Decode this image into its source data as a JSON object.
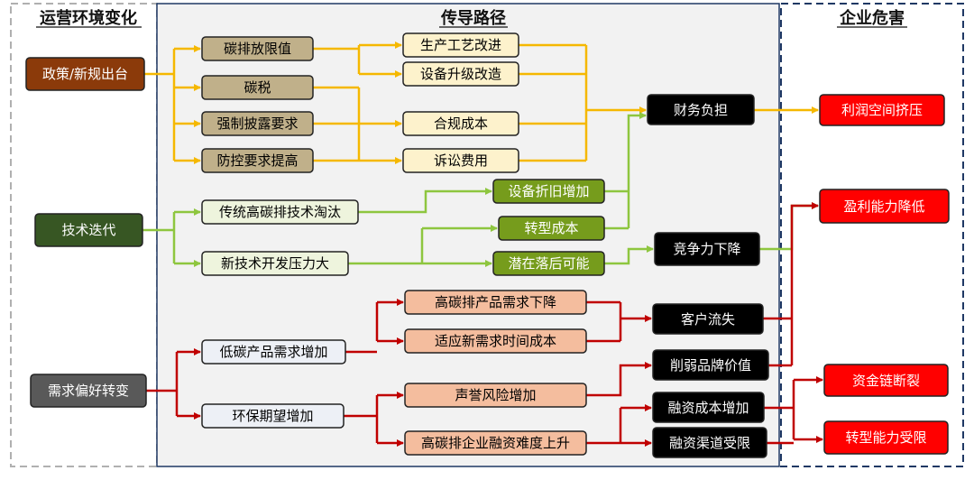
{
  "sections": {
    "left_title": "运营环境变化",
    "middle_title": "传导路径",
    "right_title": "企业危害"
  },
  "nodes": {
    "policy": "政策/新规出台",
    "tech": "技术迭代",
    "demand": "需求偏好转变",
    "carbon_limit": "碳排放限值",
    "carbon_tax": "碳税",
    "forced_disclosure": "强制披露要求",
    "control_req": "防控要求提高",
    "process_improve": "生产工艺改进",
    "equip_upgrade": "设备升级改造",
    "compliance_cost": "合规成本",
    "litigation_cost": "诉讼费用",
    "financial_burden": "财务负担",
    "profit_squeeze": "利润空间挤压",
    "tech_eliminate": "传统高碳排技术淘汰",
    "new_tech_pressure": "新技术开发压力大",
    "depreciation": "设备折旧增加",
    "transition_cost": "转型成本",
    "lag_risk": "潜在落后可能",
    "competitiveness_drop": "竞争力下降",
    "profitability_drop": "盈利能力降低",
    "lowcarbon_demand": "低碳产品需求增加",
    "eco_expectation": "环保期望增加",
    "highcarbon_demand_drop": "高碳排产品需求下降",
    "adapt_time_cost": "适应新需求时间成本",
    "reputation_risk": "声誉风险增加",
    "financing_difficulty": "高碳排企业融资难度上升",
    "customer_loss": "客户流失",
    "brand_weaken": "削弱品牌价值",
    "financing_cost": "融资成本增加",
    "financing_channel": "融资渠道受限",
    "capital_chain": "资金链断裂",
    "transition_limited": "转型能力受限"
  },
  "colors": {
    "policy_flow": "#f5b800",
    "tech_flow": "#8ec63f",
    "demand_flow": "#c00000",
    "policy_box": "#8b3a0a",
    "tech_box": "#375623",
    "demand_box": "#595959",
    "khaki_box": "#c0b08a",
    "cream_box": "#fdf2cc",
    "green_box": "#769c1c",
    "light_green_box": "#eef4dd",
    "light_gray_box": "#edf0f6",
    "salmon_box": "#f4bd9e",
    "black_box": "#000000",
    "red_box": "#ff0000"
  }
}
